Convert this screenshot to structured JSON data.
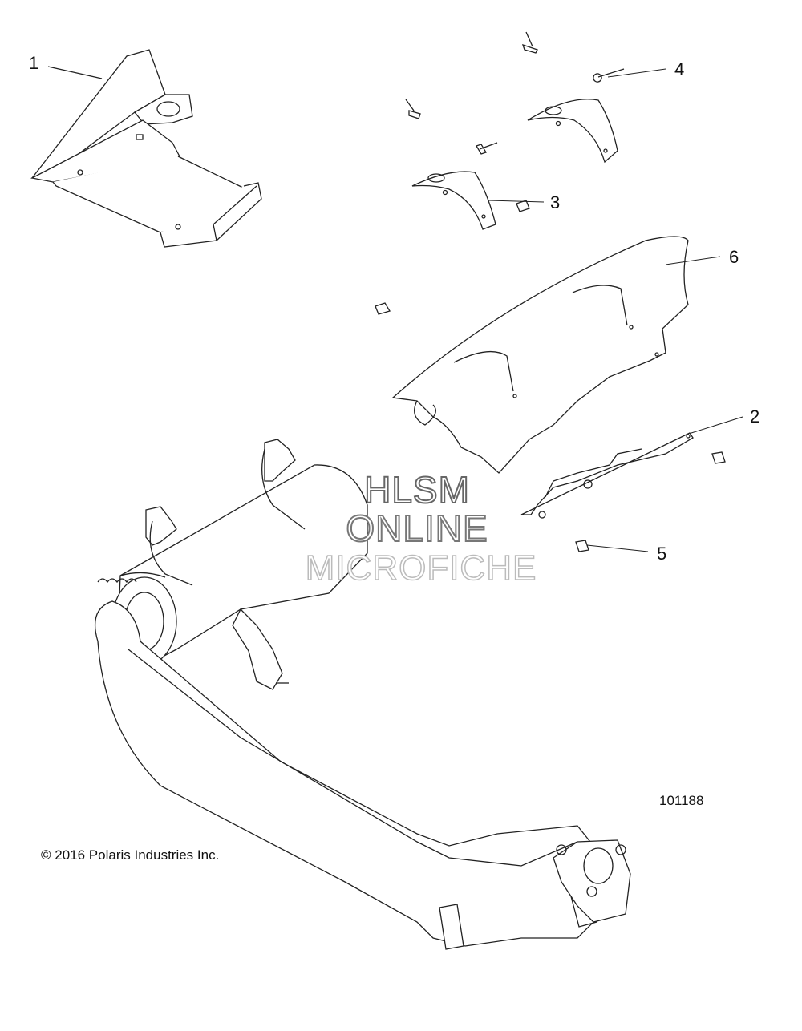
{
  "callouts": {
    "c1": "1",
    "c2": "2",
    "c3": "3",
    "c4": "4",
    "c5": "5",
    "c6": "6"
  },
  "figure_number": "101188",
  "copyright": "© 2016 Polaris Industries Inc.",
  "watermark": {
    "line1": "HLSM",
    "line2": "ONLINE",
    "line3": "MICROFICHE"
  }
}
